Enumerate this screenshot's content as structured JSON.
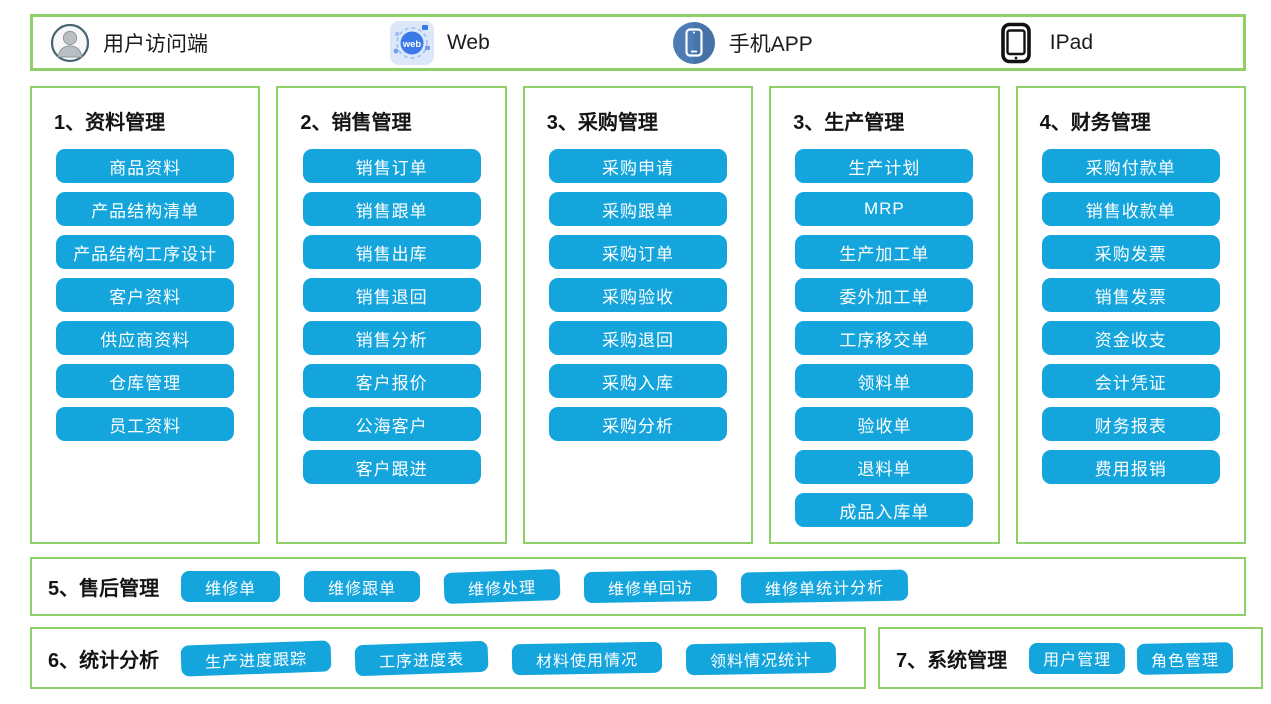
{
  "colors": {
    "accent_blue": "#14a5dd",
    "border_green": "#8fd168",
    "button_text": "#ffffff",
    "title_text": "#141414",
    "phone_icon_blue": "#4d7cb5",
    "web_icon_blue": "#3b78e8",
    "ipad_icon_black": "#111111"
  },
  "top_bar": {
    "items": [
      {
        "icon": "user-icon",
        "label": "用户访问端"
      },
      {
        "icon": "web-icon",
        "label": "Web"
      },
      {
        "icon": "phone-icon",
        "label": "手机APP"
      },
      {
        "icon": "ipad-icon",
        "label": "IPad"
      }
    ],
    "web_icon_text": "web"
  },
  "columns": [
    {
      "title": "1、资料管理",
      "items": [
        "商品资料",
        "产品结构清单",
        "产品结构工序设计",
        "客户资料",
        "供应商资料",
        "仓库管理",
        "员工资料"
      ]
    },
    {
      "title": "2、销售管理",
      "items": [
        "销售订单",
        "销售跟单",
        "销售出库",
        "销售退回",
        "销售分析",
        "客户报价",
        "公海客户",
        "客户跟进"
      ]
    },
    {
      "title": "3、采购管理",
      "items": [
        "采购申请",
        "采购跟单",
        "采购订单",
        "采购验收",
        "采购退回",
        "采购入库",
        "采购分析"
      ]
    },
    {
      "title": "3、生产管理",
      "items": [
        "生产计划",
        "MRP",
        "生产加工单",
        "委外加工单",
        "工序移交单",
        "领料单",
        "验收单",
        "退料单",
        "成品入库单"
      ]
    },
    {
      "title": "4、财务管理",
      "items": [
        "采购付款单",
        "销售收款单",
        "采购发票",
        "销售发票",
        "资金收支",
        "会计凭证",
        "财务报表",
        "费用报销"
      ]
    }
  ],
  "rows": {
    "after_sales": {
      "title": "5、售后管理",
      "items": [
        "维修单",
        "维修跟单",
        "维修处理",
        "维修单回访",
        "维修单统计分析"
      ]
    },
    "statistics": {
      "title": "6、统计分析",
      "items": [
        "生产进度跟踪",
        "工序进度表",
        "材料使用情况",
        "领料情况统计"
      ]
    },
    "system": {
      "title": "7、系统管理",
      "items": [
        "用户管理",
        "角色管理"
      ]
    }
  }
}
